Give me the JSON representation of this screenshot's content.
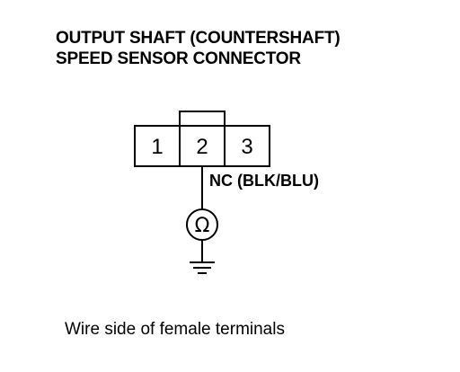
{
  "title": {
    "line1": "OUTPUT SHAFT (COUNTERSHAFT)",
    "line2": "SPEED SENSOR CONNECTOR"
  },
  "connector": {
    "pins": [
      "1",
      "2",
      "3"
    ]
  },
  "wire_label": "NC (BLK/BLU)",
  "meter_symbol": "Ω",
  "caption": "Wire side of female terminals"
}
